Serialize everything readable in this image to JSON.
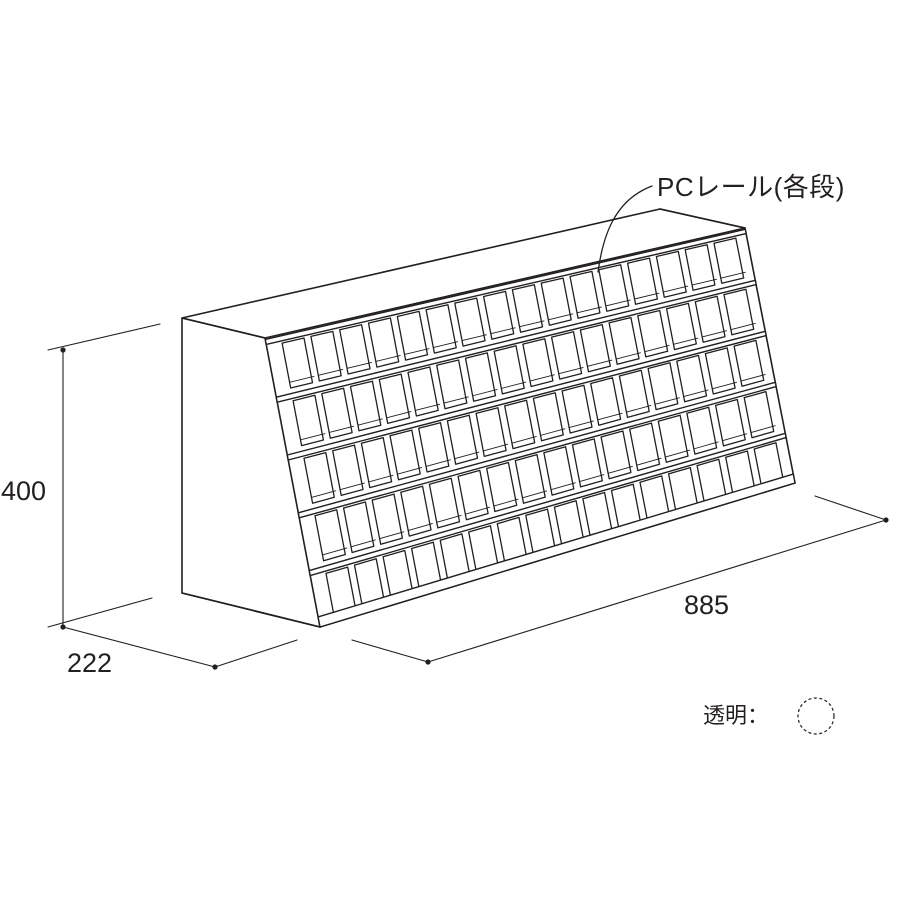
{
  "callout": {
    "label": "PCレール(各段)"
  },
  "dimensions": {
    "height": "400",
    "depth": "222",
    "width": "885"
  },
  "legend": {
    "label": "透明：",
    "symbol": "dashed-circle-icon"
  },
  "grid": {
    "rows": 5,
    "columns": 16
  },
  "colors": {
    "line": "#231f20",
    "background": "#ffffff"
  }
}
